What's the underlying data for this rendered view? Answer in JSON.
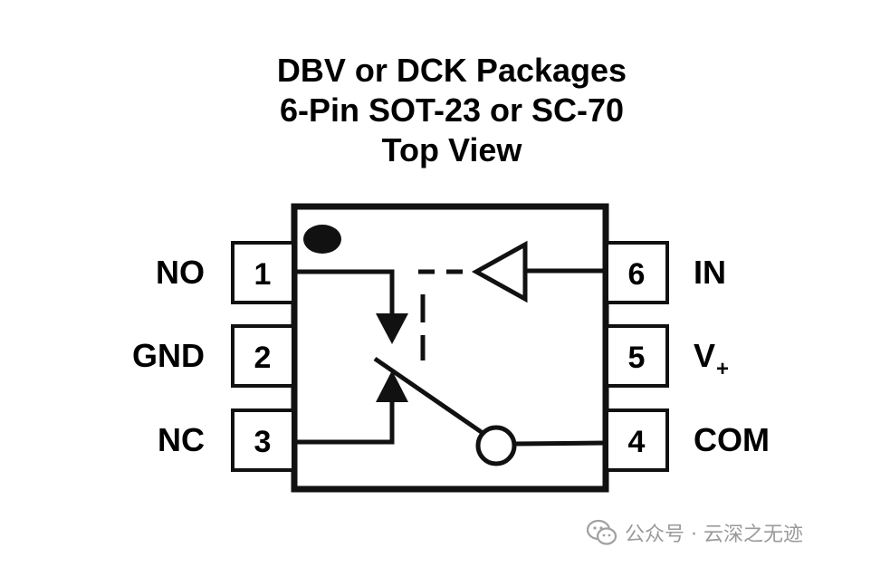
{
  "title": {
    "line1": "DBV or DCK Packages",
    "line2": "6-Pin SOT-23 or SC-70",
    "line3": "Top View"
  },
  "pins": [
    {
      "num": "1",
      "name": "NO"
    },
    {
      "num": "2",
      "name": "GND"
    },
    {
      "num": "3",
      "name": "NC"
    },
    {
      "num": "4",
      "name": "COM"
    },
    {
      "num": "5",
      "name": "V",
      "subscript": "+"
    },
    {
      "num": "6",
      "name": "IN"
    }
  ],
  "watermark": {
    "icon": "wechat-icon",
    "text": "公众号 · 云深之无迹"
  }
}
